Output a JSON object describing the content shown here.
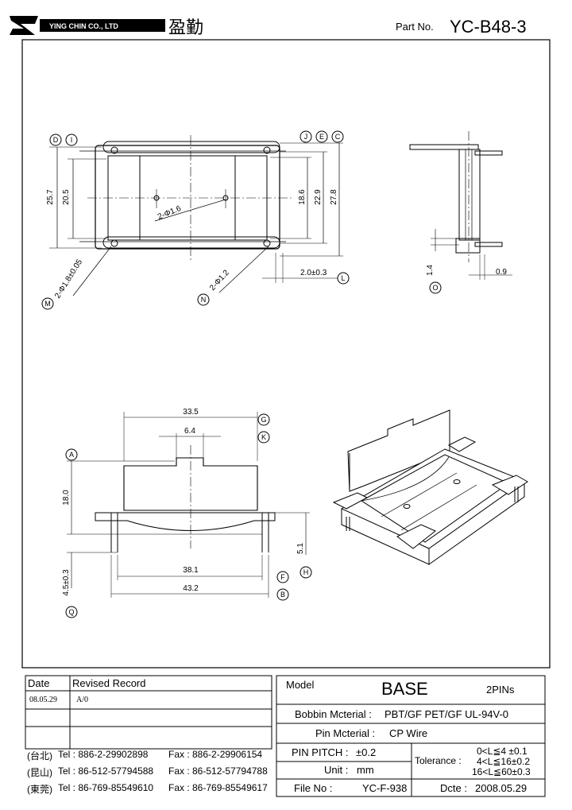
{
  "header": {
    "company_en": "YING CHIN CO., LTD",
    "company_cn": "盈勤",
    "part_no_label": "Part No.",
    "part_no": "YC-B48-3"
  },
  "top_view": {
    "d_dim_left_outer": "25.7",
    "d_dim_left_inner": "20.5",
    "d_dim_right_1": "18.6",
    "d_dim_right_2": "22.9",
    "d_dim_right_3": "27.8",
    "hole_small": "2-Φ1.6",
    "hole_pin": "2-Φ1.8±0.05",
    "hole_pin2": "2-Φ1.2",
    "pitch": "2.0±0.3",
    "callouts_left": [
      "D",
      "I"
    ],
    "callouts_right": [
      "J",
      "E",
      "C"
    ],
    "callout_m": "M",
    "callout_n": "N",
    "callout_l": "L"
  },
  "side_view": {
    "dim_14": "1.4",
    "dim_09": "0.9",
    "callout_o": "O"
  },
  "front_view": {
    "width_top": "33.5",
    "width_slot": "6.4",
    "height": "18.0",
    "pin_height": "5.1",
    "pin_len": "4.5±0.3",
    "width_inner": "38.1",
    "width_outer": "43.2",
    "callout_g": "G",
    "callout_k": "K",
    "callout_a": "A",
    "callout_f": "F",
    "callout_h": "H",
    "callout_b": "B",
    "callout_q": "Q"
  },
  "revision": {
    "col_date": "Date",
    "col_record": "Revised  Record",
    "rows": [
      {
        "date": "08.05.29",
        "record": "A/0"
      }
    ]
  },
  "contacts": [
    {
      "city": "(台北)",
      "tel": "Tel : 886-2-29902898",
      "fax": "Fax : 886-2-29906154"
    },
    {
      "city": "(昆山)",
      "tel": "Tel : 86-512-57794588",
      "fax": "Fax : 86-512-57794788"
    },
    {
      "city": "(東莞)",
      "tel": "Tel : 86-769-85549610",
      "fax": "Fax : 86-769-85549617"
    }
  ],
  "spec": {
    "model_label": "Model",
    "model": "BASE",
    "pins": "2PINs",
    "bobbin_label": "Bobbin  Mcterial :",
    "bobbin": "PBT/GF  PET/GF  UL-94V-0",
    "pin_label": "Pin  Mcterial :",
    "pin": "CP Wire",
    "pitch_label": "PIN  PITCH :",
    "pitch": "±0.2",
    "unit_label": "Unit :",
    "unit": "mm",
    "tol_label": "Tolerance :",
    "tol_1": "0<L≦4  ±0.1",
    "tol_2": "4<L≦16±0.2",
    "tol_3": "16<L≦60±0.3",
    "file_label": "File  No :",
    "file": "YC-F-938",
    "date_label": "Dcte :",
    "date": "2008.05.29"
  }
}
